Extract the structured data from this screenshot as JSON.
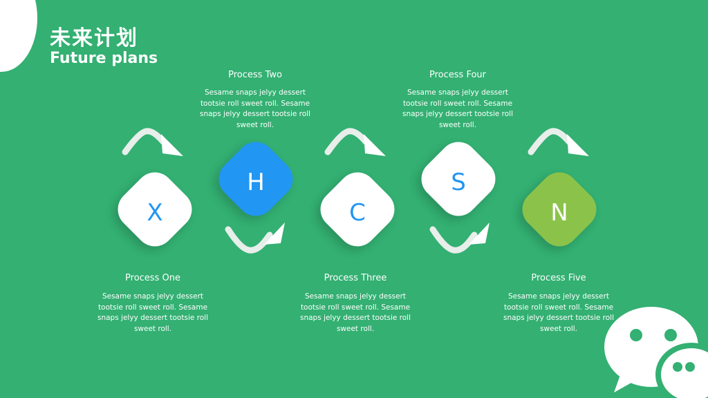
{
  "title": {
    "cn": "未来计划",
    "en": "Future plans"
  },
  "steps": [
    {
      "title": "Process One",
      "desc": "Sesame snaps jelyy dessert tootsie roll sweet roll. Sesame snaps jelyy dessert tootsie roll sweet roll.",
      "letter": "X",
      "node_color": "#ffffff",
      "letter_color": "#2196f3"
    },
    {
      "title": "Process Two",
      "desc": "Sesame snaps jelyy dessert tootsie roll sweet roll. Sesame snaps jelyy dessert tootsie roll sweet roll.",
      "letter": "H",
      "node_color": "#2196f3",
      "letter_color": "#ffffff"
    },
    {
      "title": "Process Three",
      "desc": "Sesame snaps jelyy dessert tootsie roll sweet roll. Sesame snaps jelyy dessert tootsie roll sweet roll.",
      "letter": "C",
      "node_color": "#ffffff",
      "letter_color": "#2196f3"
    },
    {
      "title": "Process Four",
      "desc": "Sesame snaps jelyy dessert tootsie roll sweet roll. Sesame snaps jelyy dessert tootsie roll sweet roll.",
      "letter": "S",
      "node_color": "#ffffff",
      "letter_color": "#2196f3"
    },
    {
      "title": "Process Five",
      "desc": "Sesame snaps jelyy dessert tootsie roll sweet roll. Sesame snaps jelyy dessert tootsie roll sweet roll.",
      "letter": "N",
      "node_color": "#8bc34a",
      "letter_color": "#ffffff"
    }
  ],
  "colors": {
    "background": "#33b072",
    "accent_blue": "#2196f3",
    "accent_green": "#8bc34a"
  },
  "icons": {
    "corner": "white-circle-decoration",
    "arrow": "curved-arrow-icon",
    "chat": "wechat-icon"
  }
}
